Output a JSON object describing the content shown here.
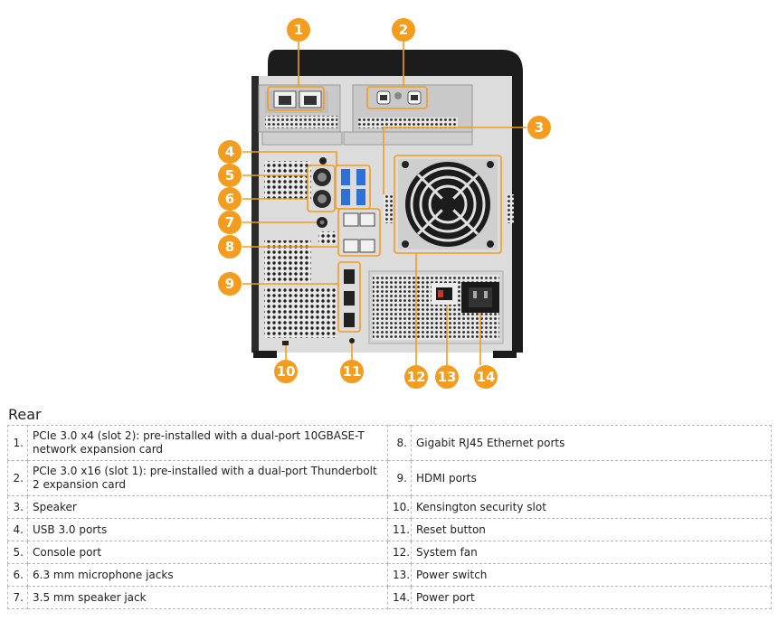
{
  "section_title": "Rear",
  "callout_numbers": [
    "1",
    "2",
    "3",
    "4",
    "5",
    "6",
    "7",
    "8",
    "9",
    "10",
    "11",
    "12",
    "13",
    "14"
  ],
  "legend": {
    "left": [
      {
        "num": "1.",
        "text": "PCIe 3.0 x4 (slot 2): pre-installed with a dual-port 10GBASE-T network expansion card"
      },
      {
        "num": "2.",
        "text": "PCIe 3.0 x16 (slot 1): pre-installed with a dual-port Thunderbolt 2 expansion card"
      },
      {
        "num": "3.",
        "text": "Speaker"
      },
      {
        "num": "4.",
        "text": "USB 3.0 ports"
      },
      {
        "num": "5.",
        "text": "Console port"
      },
      {
        "num": "6.",
        "text": "6.3 mm microphone jacks"
      },
      {
        "num": "7.",
        "text": "3.5 mm speaker jack"
      }
    ],
    "right": [
      {
        "num": "8.",
        "text": "Gigabit RJ45 Ethernet ports"
      },
      {
        "num": "9.",
        "text": "HDMI ports"
      },
      {
        "num": "10.",
        "text": "Kensington security slot"
      },
      {
        "num": "11.",
        "text": "Reset button"
      },
      {
        "num": "12.",
        "text": "System fan"
      },
      {
        "num": "13.",
        "text": "Power switch"
      },
      {
        "num": "14.",
        "text": "Power port"
      }
    ]
  },
  "colors": {
    "callout": "#f39c1e",
    "chassis": "#1c1c1c",
    "panel": "#d9d9d9"
  },
  "icons": [
    "fan-icon",
    "power-socket-icon",
    "power-switch-icon",
    "rj45-port-icon",
    "usb-port-icon",
    "hdmi-port-icon",
    "thunderbolt-port-icon"
  ]
}
